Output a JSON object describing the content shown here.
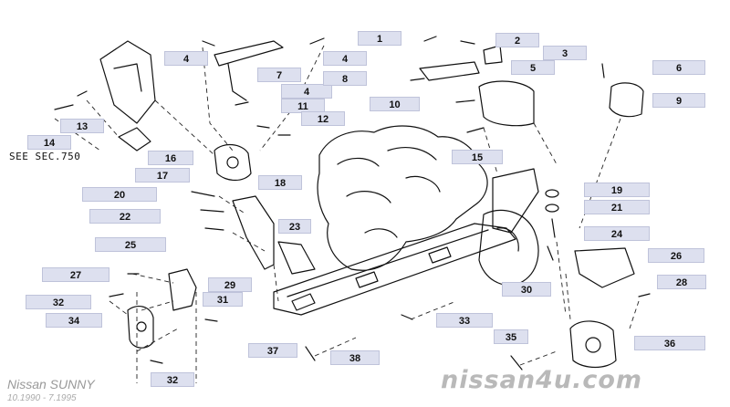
{
  "diagram": {
    "see_reference": "SEE SEC.750",
    "model_name": "Nissan SUNNY",
    "date_range": "10.1990 - 7.1995",
    "watermark": "nissan4u.com",
    "callout_color": "#dde0ef",
    "callouts": [
      "1",
      "2",
      "3",
      "4",
      "4",
      "4",
      "5",
      "6",
      "7",
      "8",
      "9",
      "10",
      "11",
      "12",
      "13",
      "14",
      "15",
      "16",
      "17",
      "18",
      "19",
      "20",
      "21",
      "22",
      "23",
      "24",
      "25",
      "26",
      "27",
      "28",
      "29",
      "30",
      "31",
      "32",
      "32",
      "33",
      "34",
      "35",
      "36",
      "37",
      "38"
    ]
  }
}
